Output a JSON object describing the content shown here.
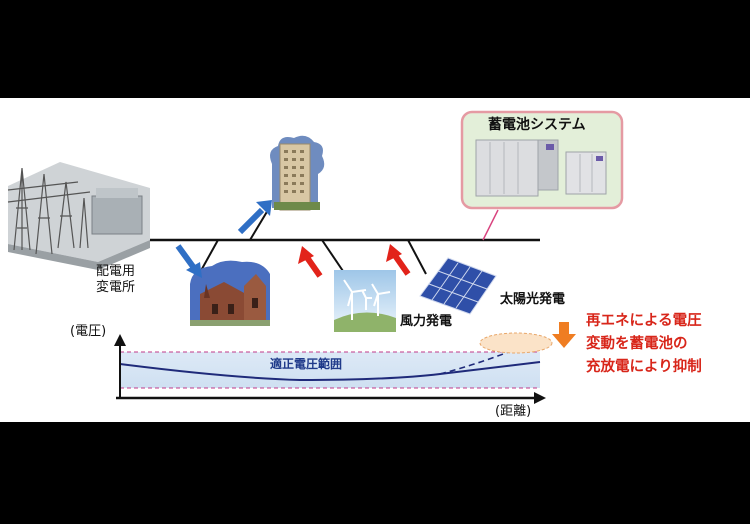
{
  "substation_label_line1": "配電用",
  "substation_label_line2": "変電所",
  "battery_system_label": "蓄電池システム",
  "solar_label": "太陽光発電",
  "wind_label": "風力発電",
  "voltage_axis_label": "(電圧)",
  "distance_axis_label": "(距離)",
  "proper_range_label": "適正電圧範囲",
  "note_line1": "再エネによる電圧",
  "note_line2": "変動を蓄電池の",
  "note_line3": "充放電により抑制",
  "colors": {
    "battery_box_fill": "#e3efd9",
    "battery_box_border": "#e59aa3",
    "note_text": "#d8261a",
    "voltage_line": "#1f2a7a",
    "flow_arrow_blue": "#2f6fc5",
    "flow_arrow_red": "#e2231a",
    "down_arrow_orange": "#ef7d22"
  }
}
